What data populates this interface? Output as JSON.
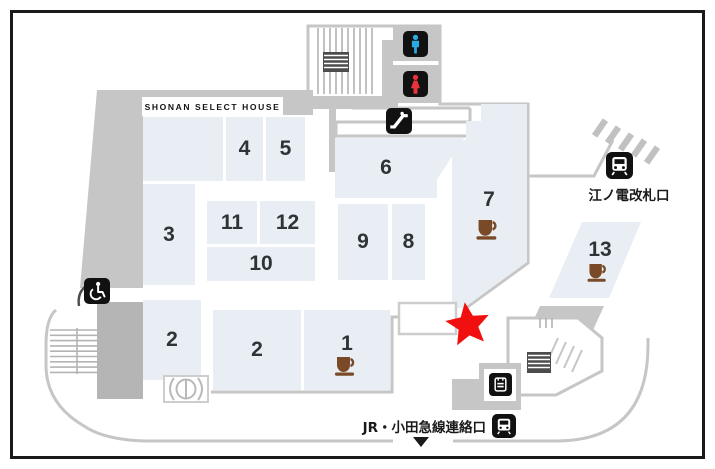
{
  "banner": {
    "label": "SHONAN SELECT HOUSE"
  },
  "rooms": {
    "r1": {
      "label": "1",
      "cafe": true
    },
    "r2a": {
      "label": "2"
    },
    "r2b": {
      "label": "2"
    },
    "r3": {
      "label": "3"
    },
    "r4": {
      "label": "4"
    },
    "r5": {
      "label": "5"
    },
    "r6": {
      "label": "6"
    },
    "r7": {
      "label": "7",
      "cafe": true
    },
    "r8": {
      "label": "8"
    },
    "r9": {
      "label": "9"
    },
    "r10": {
      "label": "10"
    },
    "r11": {
      "label": "11"
    },
    "r12": {
      "label": "12"
    },
    "r13": {
      "label": "13",
      "cafe": true
    }
  },
  "labels": {
    "enoden_gate": "江ノ電改札口",
    "jr_odakyu_link": "JR・小田急線連絡口"
  },
  "icons": {
    "mens_restroom": "male-figure",
    "womens_restroom": "female-figure",
    "escalator": "escalator",
    "wheelchair": "wheelchair-accessible",
    "enoden_train": "train-front",
    "jr_train": "train-front",
    "ticket_gate": "ticket-gate-machine",
    "cafe": "coffee-cup",
    "revolving_door": "revolving-door",
    "location_marker": "red-star",
    "down_arrow": "down-triangle"
  },
  "marker": {
    "shape": "star",
    "color": "#f01010"
  },
  "colors": {
    "room_fill": "#e9eef4",
    "wall_gray": "#c6c6c6",
    "elevator_gray": "#b5b5b5",
    "dark_block": "#4c4c4c",
    "cafe_brown": "#7a4a28",
    "male_blue": "#29abe2",
    "female_red": "#e8333c",
    "icon_bg": "#111111",
    "marker_red": "#f01010"
  }
}
